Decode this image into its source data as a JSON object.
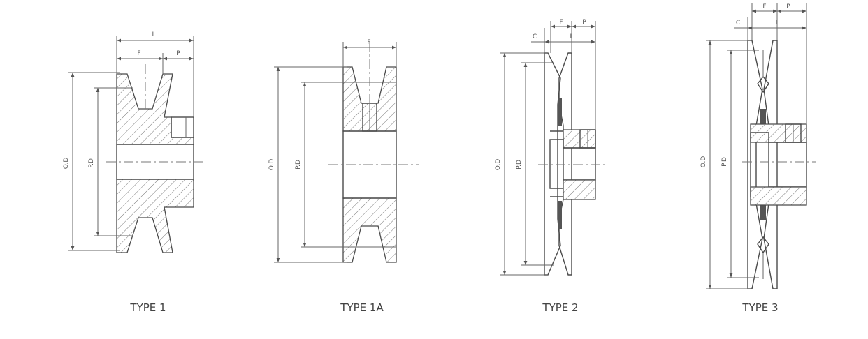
{
  "pulleys": [
    {
      "title": "TYPE 1",
      "dims": {
        "od": "O.D",
        "pd": "P.D",
        "l": "L",
        "f": "F",
        "p": "P"
      }
    },
    {
      "title": "TYPE 1A",
      "dims": {
        "od": "O.D",
        "pd": "P.D",
        "f": "F"
      }
    },
    {
      "title": "TYPE 2",
      "dims": {
        "od": "O.D",
        "pd": "P.D",
        "l": "L",
        "f": "F",
        "p": "P",
        "c": "C"
      }
    },
    {
      "title": "TYPE 3",
      "dims": {
        "od": "O.D",
        "pd": "P.D",
        "l": "L",
        "f": "F",
        "p": "P",
        "c": "C"
      }
    }
  ]
}
